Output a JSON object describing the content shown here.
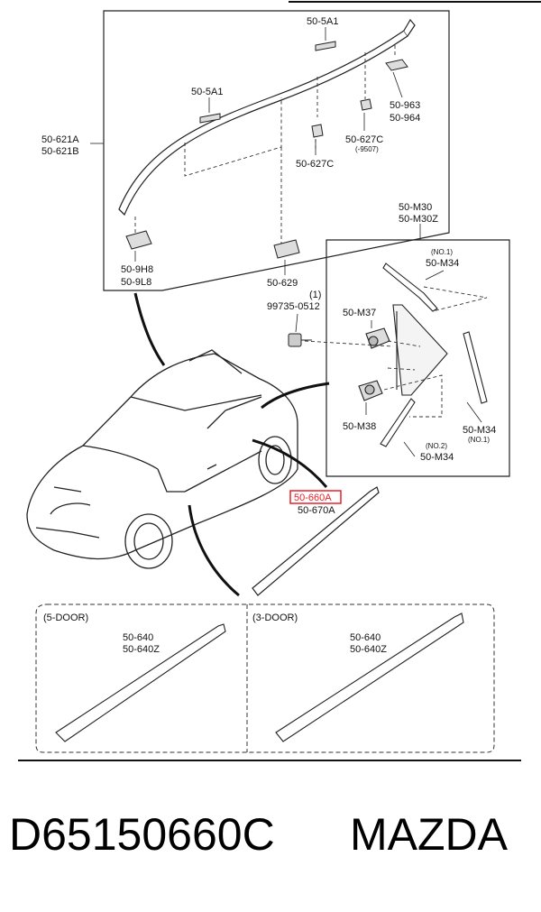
{
  "labels": {
    "roof_rail_l": "50-621A",
    "roof_rail_r": "50-621B",
    "clip_5a1_top": "50-5A1",
    "clip_5a1_mid": "50-5A1",
    "clip_963": "50-963",
    "clip_964": "50-964",
    "clip_627c_r": "50-627C",
    "clip_627c_r_note": "(-9507)",
    "clip_627c_c": "50-627C",
    "end_9h8": "50-9H8",
    "end_9l8": "50-9L8",
    "clip_629": "50-629",
    "m30": "50-M30",
    "m30z": "50-M30Z",
    "no1_top": "(NO.1)",
    "m34_top": "50-M34",
    "screw_qty": "(1)",
    "screw_part": "99735-0512",
    "m37": "50-M37",
    "m38": "50-M38",
    "m34_right": "50-M34",
    "no1_right": "(NO.1)",
    "no2": "(NO.2)",
    "m34_bottom": "50-M34",
    "highlight_660a": "50-660A",
    "molding_670a": "50-670A",
    "five_door": "(5-DOOR)",
    "three_door": "(3-DOOR)",
    "p640_5d": "50-640",
    "p640z_5d": "50-640Z",
    "p640_3d": "50-640",
    "p640z_3d": "50-640Z"
  },
  "footer": {
    "part_number": "D65150660C",
    "brand": "MAZDA"
  },
  "colors": {
    "highlight": "#e8202a",
    "line": "#111111"
  }
}
